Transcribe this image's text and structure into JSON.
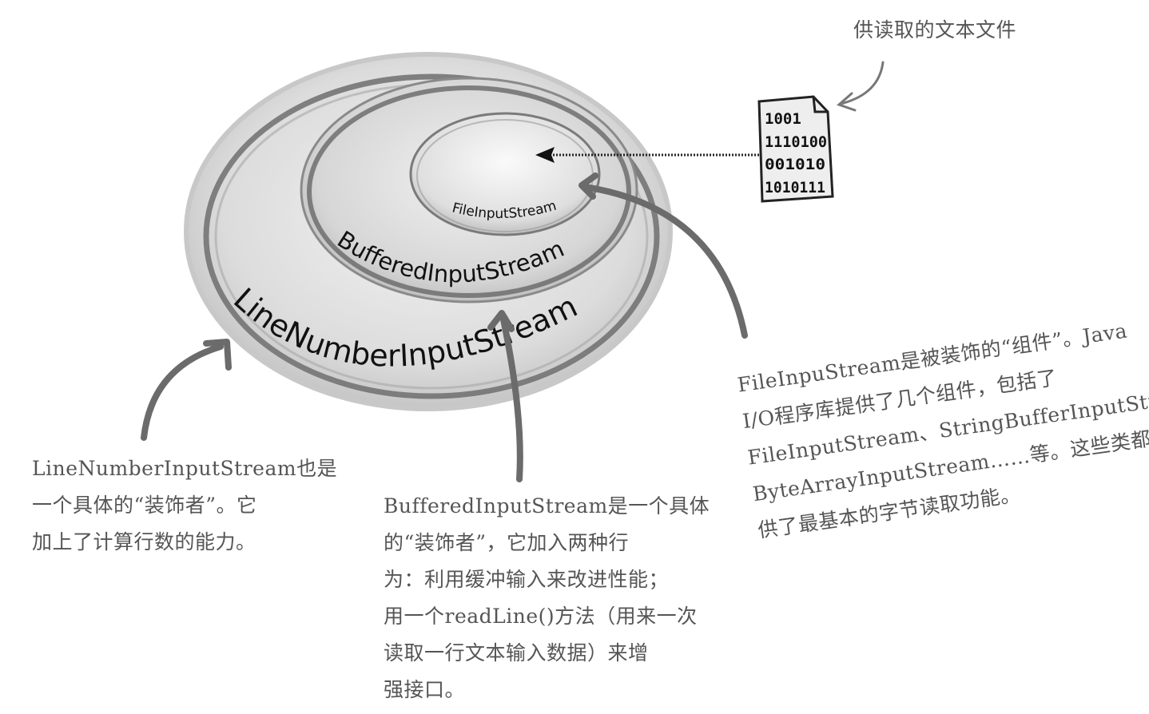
{
  "streams": {
    "line_number": "LineNumberInputStream",
    "buffered": "BufferedInputStream",
    "file_input": "FileInputStream"
  },
  "file": {
    "label": "供读取的文本文件",
    "bits": [
      "1001",
      "1110100",
      "001010",
      "1010111"
    ]
  },
  "notes": {
    "line_number": [
      "LineNumberInputStream也是",
      "一个具体的“装饰者”。它",
      "加上了计算行数的能力。"
    ],
    "buffered": [
      "BufferedInputStream是一个具体",
      "的“装饰者”，它加入两种行",
      "为：利用缓冲输入来改进性能；",
      "用一个readLine()方法（用来一次",
      "读取一行文本输入数据）来增",
      "强接口。"
    ],
    "file_input": [
      "FileInpuStream是被装饰的“组件”。Java",
      "I/O程序库提供了几个组件，包括了",
      "FileInputStream、StringBufferInputStream、",
      "ByteArrayInputStream……等。这些类都提",
      "供了最基本的字节读取功能。"
    ]
  },
  "colors": {
    "ring_fill": "#d9d9d9",
    "ring_stroke": "#6e6e6e",
    "arrow": "#6b6b6b",
    "text": "#555555"
  }
}
